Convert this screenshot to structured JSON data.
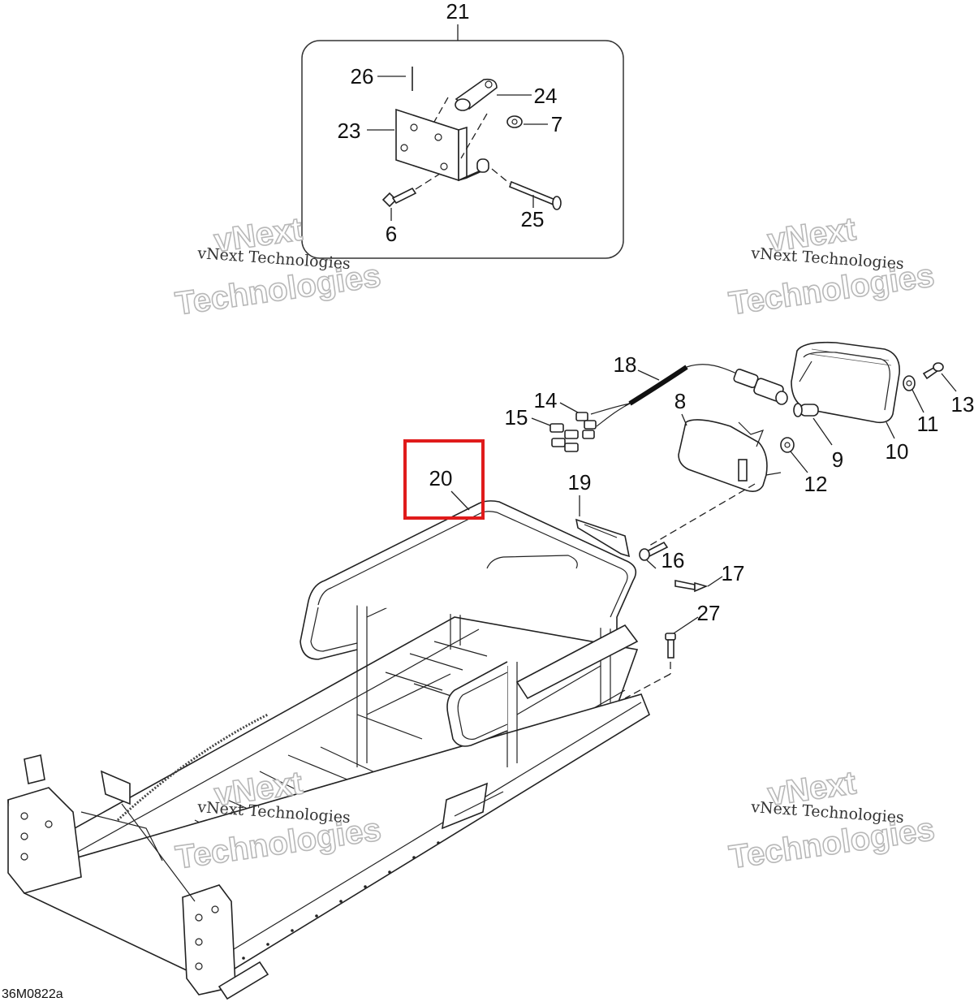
{
  "diagram": {
    "drawing_ref": "36M0822a",
    "highlight_color": "#e01b1b",
    "highlighted_callout": "20",
    "callouts": {
      "c21": "21",
      "c26": "26",
      "c24": "24",
      "c23": "23",
      "c7": "7",
      "c6": "6",
      "c25": "25",
      "c18": "18",
      "c14": "14",
      "c15": "15",
      "c8": "8",
      "c13": "13",
      "c11": "11",
      "c9": "9",
      "c10": "10",
      "c12": "12",
      "c20": "20",
      "c19": "19",
      "c16": "16",
      "c17": "17",
      "c27": "27"
    },
    "watermark": {
      "line_small": "vNext Technologies",
      "line_big_1": "vNext",
      "line_big_2": "Technologies"
    }
  }
}
